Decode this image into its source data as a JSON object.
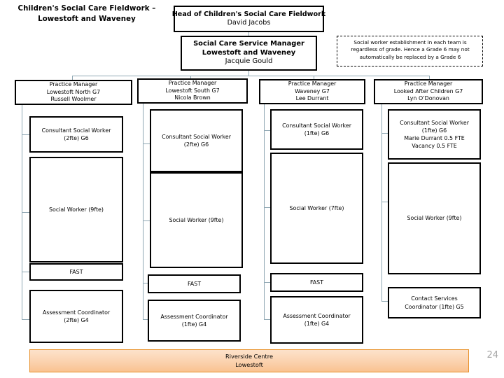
{
  "chart_title": {
    "line1": "Children's Social Care Fieldwork –",
    "line2": "Lowestoft and Waveney"
  },
  "head": {
    "title": "Head of Children's Social Care Fieldwork",
    "name": "David Jacobs"
  },
  "service_manager": {
    "line1": "Social Care Service Manager",
    "line2": "Lowestoft and Waveney",
    "name": "Jacquie Gould"
  },
  "note": {
    "line1": "Social worker establishment in each team  is",
    "line2": "regardless  of grade.  Hence a Grade 6 may not",
    "line3": "automatically be replaced by a Grade 6"
  },
  "columns": [
    {
      "manager": {
        "role": "Practice Manager",
        "team": "Lowestoft North G7",
        "name": "Russell Woolmer"
      },
      "roles": [
        {
          "name": "consultant-social-worker",
          "lines": [
            "Consultant Social Worker",
            "(2fte) G6"
          ]
        },
        {
          "name": "social-worker",
          "lines": [
            "Social Worker (9fte)"
          ]
        },
        {
          "name": "fast",
          "lines": [
            "FAST"
          ]
        },
        {
          "name": "assessment-coordinator",
          "lines": [
            "Assessment Coordinator",
            "(2fte) G4"
          ]
        }
      ]
    },
    {
      "manager": {
        "role": "Practice Manager",
        "team": "Lowestoft South G7",
        "name": "Nicola Brown"
      },
      "roles": [
        {
          "name": "consultant-social-worker",
          "lines": [
            "Consultant Social Worker",
            "(2fte) G6"
          ]
        },
        {
          "name": "social-worker",
          "lines": [
            "Social Worker (9fte)"
          ]
        },
        {
          "name": "fast",
          "lines": [
            "FAST"
          ]
        },
        {
          "name": "assessment-coordinator",
          "lines": [
            "Assessment Coordinator",
            "(1fte) G4"
          ]
        }
      ]
    },
    {
      "manager": {
        "role": "Practice Manager",
        "team": "Waveney G7",
        "name": "Lee Durrant"
      },
      "roles": [
        {
          "name": "consultant-social-worker",
          "lines": [
            "Consultant Social Worker",
            "(1fte) G6"
          ]
        },
        {
          "name": "social-worker",
          "lines": [
            "Social Worker (7fte)"
          ]
        },
        {
          "name": "fast",
          "lines": [
            "FAST"
          ]
        },
        {
          "name": "assessment-coordinator",
          "lines": [
            "Assessment Coordinator",
            "(1fte) G4"
          ]
        }
      ]
    },
    {
      "manager": {
        "role": "Practice Manager",
        "team": "Looked After Children G7",
        "name": "Lyn O’Donovan"
      },
      "roles": [
        {
          "name": "consultant-social-worker",
          "lines": [
            "Consultant Social Worker",
            "(1fte) G6",
            "Marie Durrant 0.5 FTE",
            "Vacancy 0.5 FTE"
          ]
        },
        {
          "name": "social-worker",
          "lines": [
            "Social Worker (9fte)"
          ]
        },
        {
          "name": "contact-services-coordinator",
          "lines": [
            "Contact Services",
            "Coordinator (1fte) G5"
          ]
        }
      ]
    }
  ],
  "footer": {
    "line1": "Riverside Centre",
    "line2": "Lowestoft"
  },
  "page_number": "24",
  "colors": {
    "box_border": "#000000",
    "connector": "#8FA7B3",
    "footer_border": "#E8912B",
    "footer_fill": "#FBD2AE",
    "page_number": "#A6A6A6"
  }
}
